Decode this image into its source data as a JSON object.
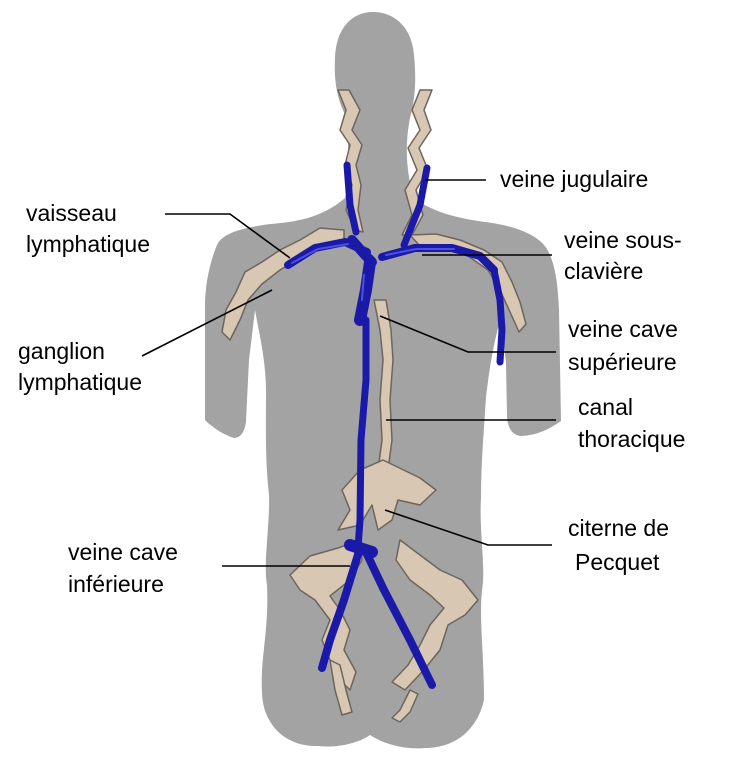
{
  "labels": {
    "veine_jugulaire": "veine jugulaire",
    "vaisseau_lymphatique_1": "vaisseau",
    "vaisseau_lymphatique_2": "lymphatique",
    "veine_sous_claviere_1": "veine sous-",
    "veine_sous_claviere_2": "clavière",
    "ganglion_lymphatique_1": "ganglion",
    "ganglion_lymphatique_2": "lymphatique",
    "veine_cave_superieure_1": "veine cave",
    "veine_cave_superieure_2": "supérieure",
    "canal_thoracique_1": "canal",
    "canal_thoracique_2": "thoracique",
    "citerne_de_pecquet_1": "citerne de",
    "citerne_de_pecquet_2": "Pecquet",
    "veine_cave_inferieure_1": "veine cave",
    "veine_cave_inferieure_2": "inférieure"
  },
  "colors": {
    "body": "#a3a3a3",
    "vein": "#1b1aa8",
    "vein_highlight": "#4d4fe0",
    "lymph": "#d7c7b3",
    "lymph_outline": "#6d655d",
    "leader": "#000000"
  }
}
